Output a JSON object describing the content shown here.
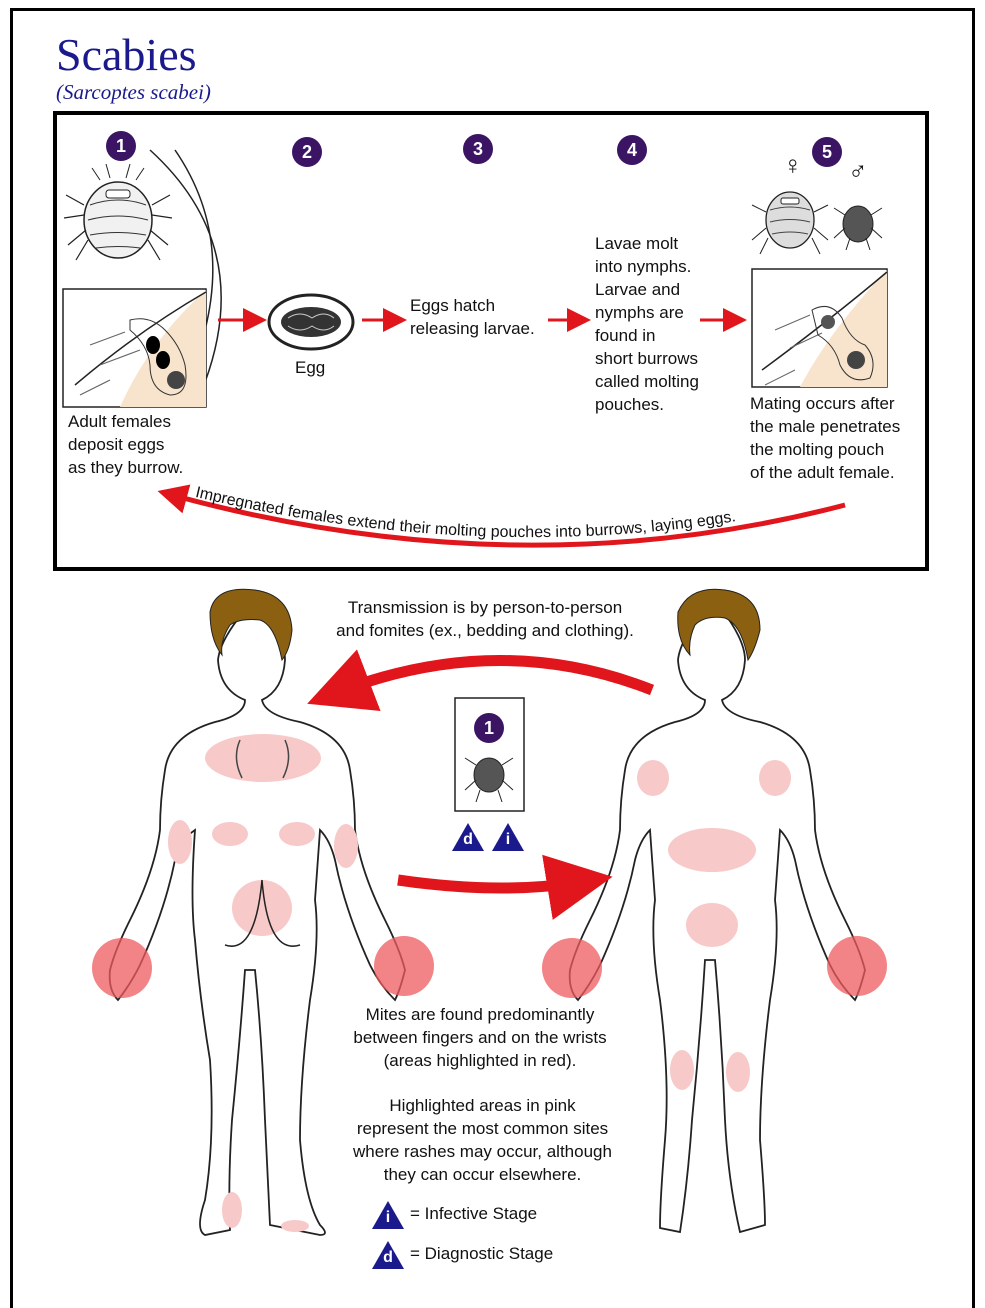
{
  "title": "Scabies",
  "subtitle": "(Sarcoptes scabei)",
  "stages": [
    {
      "number": "1",
      "caption": "Adult females deposit eggs as they burrow."
    },
    {
      "number": "2",
      "caption": "Egg"
    },
    {
      "number": "3",
      "caption": "Eggs hatch releasing larvae."
    },
    {
      "number": "4",
      "caption": "Lavae molt into nymphs. Larvae and nymphs are found in short burrows called molting pouches."
    },
    {
      "number": "5",
      "caption": "Mating occurs after the male penetrates the molting pouch of the adult female."
    }
  ],
  "stage1_lines": [
    "Adult females",
    "deposit eggs",
    "as they burrow."
  ],
  "stage3_lines": [
    "Eggs hatch",
    "releasing larvae."
  ],
  "stage4_lines": [
    "Lavae molt",
    "into nymphs.",
    "Larvae and",
    "nymphs are",
    "found in",
    "short burrows",
    "called molting",
    "pouches."
  ],
  "stage5_lines": [
    "Mating occurs after",
    "the male penetrates",
    "the molting pouch",
    "of the adult female."
  ],
  "sex_symbols": {
    "female": "♀",
    "male": "♂"
  },
  "return_arrow_text": "Impregnated females extend their molting pouches into burrows, laying eggs.",
  "transmission_lines": [
    "Transmission is by person-to-person",
    "and fomites (ex., bedding and clothing)."
  ],
  "transmission_stage_number": "1",
  "stage_badges": {
    "diagnostic": "d",
    "infective": "i"
  },
  "mites_lines": [
    "Mites are found predominantly",
    "between fingers and on the wrists",
    "(areas highlighted in red)."
  ],
  "pink_lines": [
    "Highlighted areas in pink",
    "represent the most common sites",
    "where rashes may occur, although",
    "they can occur elsewhere."
  ],
  "legend": {
    "infective": {
      "badge": "i",
      "label": "= Infective Stage"
    },
    "diagnostic": {
      "badge": "d",
      "label": "= Diagnostic Stage"
    }
  },
  "colors": {
    "title": "#1a1a8c",
    "stage_circle": "#3b1463",
    "arrow": "#e0161c",
    "skin": "#f8e4cc",
    "rash_pink": "#f7c9c9",
    "rash_red": "#ee5a5e",
    "badge": "#1a1a8c",
    "hair": "#8b6010"
  }
}
